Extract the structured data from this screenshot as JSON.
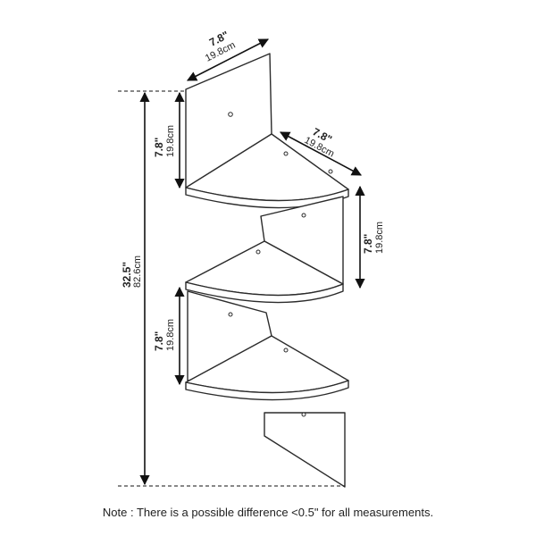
{
  "dimensions": {
    "top_width": {
      "inches": "7.8\"",
      "cm": "19.8cm"
    },
    "top_depth": {
      "inches": "7.8\"",
      "cm": "19.8cm"
    },
    "top_gap": {
      "inches": "7.8\"",
      "cm": "19.8cm"
    },
    "mid_gap": {
      "inches": "7.8\"",
      "cm": "19.8cm"
    },
    "bottom_gap": {
      "inches": "7.8\"",
      "cm": "19.8cm"
    },
    "total_height": {
      "inches": "32.5\"",
      "cm": "82.6cm"
    }
  },
  "note": "Note : There is a possible difference <0.5\" for all measurements.",
  "colors": {
    "line": "#2b2b2b",
    "background": "#ffffff"
  }
}
